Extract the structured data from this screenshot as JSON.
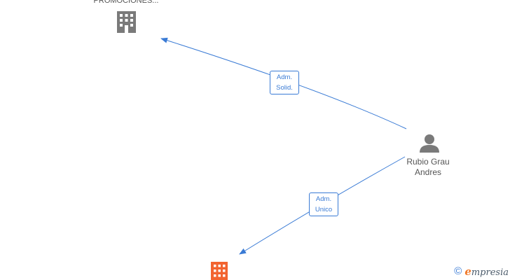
{
  "nodes": {
    "company_top": {
      "label": "PROMOCIONES...",
      "color": "#7a7a7a",
      "icon": "building-icon"
    },
    "person": {
      "label_line1": "Rubio Grau",
      "label_line2": "Andres",
      "color": "#7a7a7a",
      "icon": "person-icon"
    },
    "company_bottom": {
      "label": "",
      "color": "#f26430",
      "icon": "building-icon"
    }
  },
  "edges": [
    {
      "label_line1": "Adm.",
      "label_line2": "Solid.",
      "color": "#3a7bd5"
    },
    {
      "label_line1": "Adm.",
      "label_line2": "Unico",
      "color": "#3a7bd5"
    }
  ],
  "branding": {
    "copyright": "©",
    "name": "mpresia",
    "initial": "e"
  }
}
